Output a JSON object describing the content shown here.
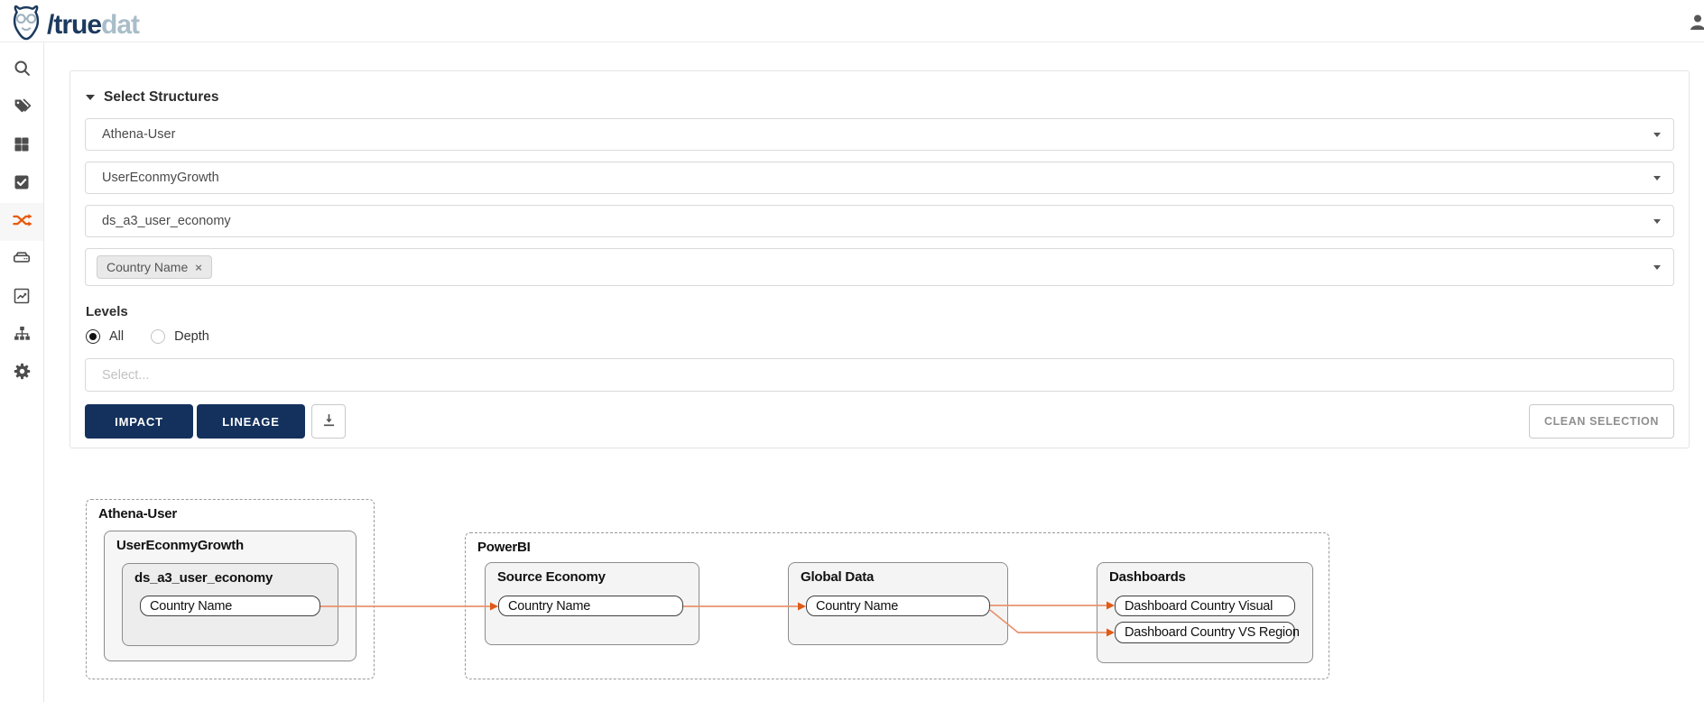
{
  "colors": {
    "brand_navy": "#1C3A5E",
    "brand_gray": "#A9BDC9",
    "accent_orange": "#E8590C",
    "button_navy": "#14315D",
    "edge_line": "#E8936E",
    "edge_arrow": "#DF5B16"
  },
  "header": {
    "logo_slash_true": "/true",
    "logo_dat": "dat"
  },
  "sidebar": {
    "items": [
      {
        "name": "search"
      },
      {
        "name": "tags"
      },
      {
        "name": "modules"
      },
      {
        "name": "tasks"
      },
      {
        "name": "lineage",
        "active": true
      },
      {
        "name": "data-sources"
      },
      {
        "name": "analytics"
      },
      {
        "name": "hierarchy"
      },
      {
        "name": "settings"
      }
    ]
  },
  "panel": {
    "title": "Select Structures",
    "selects": [
      {
        "value": "Athena-User"
      },
      {
        "value": "UserEconmyGrowth"
      },
      {
        "value": "ds_a3_user_economy"
      }
    ],
    "tag_select": {
      "tags": [
        {
          "label": "Country Name",
          "remove_glyph": "×"
        }
      ]
    },
    "levels": {
      "label": "Levels",
      "options": [
        {
          "label": "All",
          "selected": true
        },
        {
          "label": "Depth",
          "selected": false
        }
      ]
    },
    "depth_select_placeholder": "Select...",
    "buttons": {
      "impact": "IMPACT",
      "lineage": "LINEAGE",
      "clean_selection": "CLEAN SELECTION"
    }
  },
  "graph": {
    "systems": [
      {
        "label": "Athena-User",
        "group": {
          "label": "UserEconmyGrowth",
          "subgroup": {
            "label": "ds_a3_user_economy",
            "nodes": [
              "Country Name"
            ]
          }
        }
      },
      {
        "label": "PowerBI",
        "groups": [
          {
            "label": "Source Economy",
            "nodes": [
              "Country Name"
            ]
          },
          {
            "label": "Global Data",
            "nodes": [
              "Country Name"
            ]
          },
          {
            "label": "Dashboards",
            "nodes": [
              "Dashboard Country Visual",
              "Dashboard Country VS Region"
            ]
          }
        ]
      }
    ]
  }
}
